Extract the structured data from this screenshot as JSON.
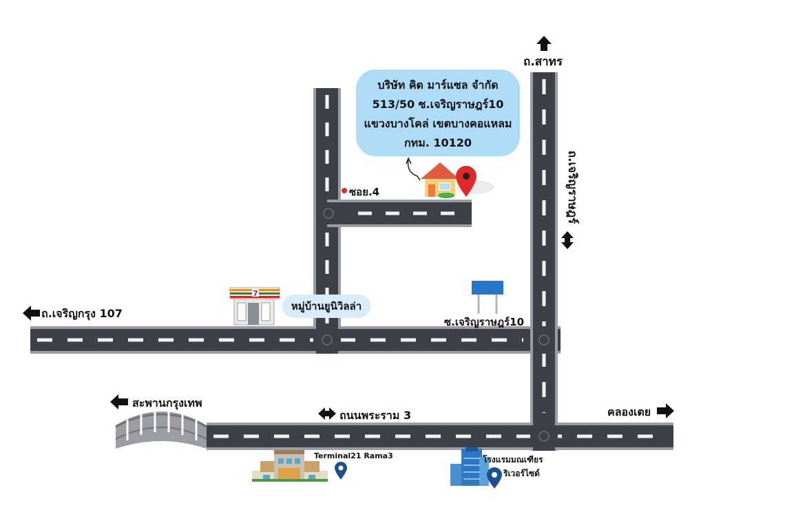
{
  "address_box": {
    "line1": "บริษัท คิด มาร์แซล จำกัด",
    "line2": "513/50 ซ.เจริญราษฎร์10",
    "line3": "แขวงบางโคล่ เขตบางคอแหลม",
    "line4": "กทม. 10120"
  },
  "roads": {
    "sathorn": "ถ.สาทร",
    "charoenrat": "ถ.เจริญราษฎร์",
    "charoenkrung": "ถ.เจริญกรุง 107",
    "soi_charoenrat_10": "ซ.เจริญราษฎร์10",
    "soi_4": "ซอย.4",
    "rama3": "ถนนพระราม 3",
    "bridge": "สะพานกรุงเทพ",
    "khlong_toei": "คลองเตย"
  },
  "landmarks": {
    "village": "หมู่บ้านยูนิวิลล่า",
    "mall": "Terminal21 Rama3",
    "hotel_line1": "โรงแรมมณเฑียร",
    "hotel_line2": "ริเวอร์ไซด์"
  },
  "colors": {
    "road": "#3c4047",
    "road_edge": "#9a9ea4",
    "pin_red": "#e02a2a",
    "pin_blue": "#1e4f8f",
    "bubble": "#aedcf7"
  }
}
